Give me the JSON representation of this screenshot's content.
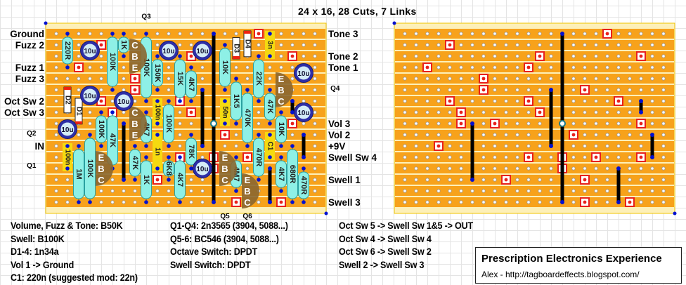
{
  "title": "24 x 16, 28 Cuts, 7 Links",
  "colors": {
    "strip": "#f7a21b",
    "board": "#fdf0b8",
    "cut_border": "#e8201c",
    "link": "#000000",
    "dot": "#0010d0",
    "resistor": "#8ef0e6",
    "film_cap": "#f5da10",
    "electrolytic": "#2e2fa8",
    "transistor": "#8a6630"
  },
  "left_labels": [
    {
      "text": "Ground",
      "row": 0
    },
    {
      "text": "Fuzz 2",
      "row": 1
    },
    {
      "text": "Fuzz 1",
      "row": 3
    },
    {
      "text": "Fuzz 3",
      "row": 4
    },
    {
      "text": "Oct Sw 2",
      "row": 6
    },
    {
      "text": "Oct Sw 3",
      "row": 7
    },
    {
      "text": "IN",
      "row": 10
    }
  ],
  "right_labels": [
    {
      "text": "Tone 3",
      "row": 0
    },
    {
      "text": "Tone 2",
      "row": 2
    },
    {
      "text": "Tone 1",
      "row": 3
    },
    {
      "text": "Vol 3",
      "row": 8
    },
    {
      "text": "Vol 2",
      "row": 9
    },
    {
      "text": "+9V",
      "row": 10
    },
    {
      "text": "Swell Sw 4",
      "row": 11
    },
    {
      "text": "Swell 1",
      "row": 13
    },
    {
      "text": "Swell 3",
      "row": 15
    }
  ],
  "transistor_labels": [
    {
      "text": "Q3",
      "col": 8,
      "row": -1.6
    },
    {
      "text": "Q2",
      "col": -2.2,
      "row": 8.8
    },
    {
      "text": "Q1",
      "col": -2.2,
      "row": 11.7
    },
    {
      "text": "Q4",
      "col": 24.8,
      "row": 4.8
    },
    {
      "text": "Q5",
      "col": 15,
      "row": 16.2
    },
    {
      "text": "Q6",
      "col": 17,
      "row": 16.2
    }
  ],
  "cuts": [
    [
      0,
      18
    ],
    [
      1,
      4
    ],
    [
      2,
      12
    ],
    [
      2,
      21
    ],
    [
      3,
      2
    ],
    [
      3,
      11
    ],
    [
      4,
      7
    ],
    [
      5,
      7
    ],
    [
      5,
      16
    ],
    [
      6,
      4
    ],
    [
      6,
      11
    ],
    [
      6,
      19
    ],
    [
      7,
      5
    ],
    [
      7,
      12
    ],
    [
      8,
      5
    ],
    [
      8,
      8
    ],
    [
      8,
      21
    ],
    [
      9,
      15
    ],
    [
      10,
      3
    ],
    [
      11,
      11
    ],
    [
      11,
      14
    ],
    [
      11,
      17
    ],
    [
      11,
      21
    ],
    [
      12,
      14
    ],
    [
      13,
      9
    ],
    [
      13,
      16
    ],
    [
      15,
      16
    ],
    [
      15,
      20
    ]
  ],
  "links": [
    {
      "col": 14,
      "from": 0,
      "to": 8
    },
    {
      "col": 14,
      "from": 8,
      "to": 15
    },
    {
      "col": 13,
      "from": 5,
      "to": 10
    },
    {
      "col": 6,
      "from": 8,
      "to": 13
    },
    {
      "col": 21,
      "from": 6,
      "to": 7
    },
    {
      "col": 22,
      "from": 9,
      "to": 11
    },
    {
      "col": 19,
      "from": 12,
      "to": 15
    }
  ],
  "resistors": [
    {
      "label": "220R",
      "col": 1,
      "from": 0,
      "to": 3
    },
    {
      "label": "100K",
      "col": 5,
      "from": 0,
      "to": 5
    },
    {
      "label": "1K",
      "col": 6,
      "from": 0,
      "to": 2
    },
    {
      "label": "100K",
      "col": 8,
      "from": 0,
      "to": 6
    },
    {
      "label": "150K",
      "col": 9,
      "from": 2,
      "to": 5
    },
    {
      "label": "15K",
      "col": 11,
      "from": 2,
      "to": 6
    },
    {
      "label": "4K7",
      "col": 12,
      "from": 3,
      "to": 6
    },
    {
      "label": "10K",
      "col": 15,
      "from": 1,
      "to": 5
    },
    {
      "label": "22K",
      "col": 18,
      "from": 2,
      "to": 6
    },
    {
      "label": "1K5",
      "col": 16,
      "from": 4,
      "to": 8
    },
    {
      "label": "470K",
      "col": 17,
      "from": 5,
      "to": 10
    },
    {
      "label": "47K",
      "col": 19,
      "from": 5,
      "to": 8
    },
    {
      "label": "10K",
      "col": 20,
      "from": 7,
      "to": 10
    },
    {
      "label": "100K",
      "col": 4,
      "from": 7,
      "to": 10
    },
    {
      "label": "47K",
      "col": 5,
      "from": 7,
      "to": 12
    },
    {
      "label": "4K7",
      "col": 8,
      "from": 7,
      "to": 10
    },
    {
      "label": "100K",
      "col": 10,
      "from": 6,
      "to": 10
    },
    {
      "label": "78K",
      "col": 12,
      "from": 9,
      "to": 12
    },
    {
      "label": "100K",
      "col": 3,
      "from": 9,
      "to": 15
    },
    {
      "label": "1M",
      "col": 2,
      "from": 10,
      "to": 15
    },
    {
      "label": "47K",
      "col": 7,
      "from": 10,
      "to": 13
    },
    {
      "label": "1K",
      "col": 8,
      "from": 11,
      "to": 15
    },
    {
      "label": "6K8",
      "col": 10,
      "from": 11,
      "to": 13
    },
    {
      "label": "4K7",
      "col": 11,
      "from": 11,
      "to": 15
    },
    {
      "label": "4M7",
      "col": 16,
      "from": 11,
      "to": 14
    },
    {
      "label": "470R",
      "col": 18,
      "from": 9,
      "to": 13
    },
    {
      "label": "4K7",
      "col": 20,
      "from": 11,
      "to": 14
    },
    {
      "label": "680R",
      "col": 21,
      "from": 10,
      "to": 15
    },
    {
      "label": "470R",
      "col": 22,
      "from": 12,
      "to": 15
    }
  ],
  "film_caps": [
    {
      "label": "3n",
      "col": 19,
      "from": 0,
      "to": 2
    },
    {
      "label": "100n",
      "col": 9,
      "from": 6,
      "to": 8
    },
    {
      "label": "50n",
      "col": 15,
      "from": 6,
      "to": 8
    },
    {
      "label": "1n",
      "col": 9,
      "from": 9,
      "to": 12
    },
    {
      "label": "100n",
      "col": 1,
      "from": 10,
      "to": 12
    },
    {
      "label": "C1",
      "col": 19,
      "from": 9,
      "to": 11
    }
  ],
  "electrolytics": [
    {
      "label": "10u",
      "col": 3,
      "row": 1.5
    },
    {
      "label": "10u",
      "col": 10,
      "row": 1.5
    },
    {
      "label": "10u",
      "col": 13,
      "row": 1.5
    },
    {
      "label": "10u",
      "col": 3,
      "row": 5.5
    },
    {
      "label": "10u",
      "col": 6,
      "row": 6
    },
    {
      "label": "10u",
      "col": 1,
      "row": 8.5
    },
    {
      "label": "10u",
      "col": 13,
      "row": 12
    },
    {
      "label": "10u",
      "col": 22,
      "row": 3.5
    },
    {
      "label": "10u",
      "col": 22,
      "row": 7
    }
  ],
  "transistors": [
    {
      "name": "Q3",
      "col": 7,
      "row": 1,
      "pins": [
        "C",
        "B",
        "E"
      ]
    },
    {
      "name": "Q2",
      "col": 7,
      "row": 7,
      "pins": [
        "C",
        "B",
        "E"
      ]
    },
    {
      "name": "Q1",
      "col": 4,
      "row": 11,
      "pins": [
        "E",
        "B",
        "C"
      ]
    },
    {
      "name": "Q4",
      "col": 20,
      "row": 4,
      "pins": [
        "E",
        "B",
        "C"
      ]
    },
    {
      "name": "Q5",
      "col": 15,
      "row": 11,
      "pins": [
        "E",
        "B",
        "C"
      ]
    },
    {
      "name": "Q6",
      "col": 17,
      "row": 13,
      "pins": [
        "E",
        "B",
        "C"
      ]
    }
  ],
  "diodes": [
    {
      "label": "D3",
      "col": 16,
      "from": 0.6,
      "to": 2,
      "band": "end"
    },
    {
      "label": "D4",
      "col": 17,
      "from": 0,
      "to": 1.8,
      "band": "start"
    },
    {
      "label": "D2",
      "col": 1,
      "from": 5,
      "to": 6.8,
      "band": "start"
    },
    {
      "label": "D1",
      "col": 2,
      "from": 6,
      "to": 7.8,
      "band": "end"
    }
  ],
  "junction": {
    "col": 14,
    "row": 8
  },
  "notes": {
    "col1": [
      "Volume, Fuzz & Tone: B50K",
      "Swell: B100K",
      "D1-4: 1n34a",
      "Vol 1 -> Ground",
      "C1: 220n (suggested mod: 22n)"
    ],
    "col2": [
      "Q1-Q4: 2n3565 (3904, 5088...)",
      "Q5-6: BC546 (3904, 5088...)",
      "Octave Switch: DPDT",
      "Swell Switch: DPDT"
    ],
    "col3": [
      "Oct Sw 5 -> Swell Sw 1&5 -> OUT",
      "Oct Sw 4 -> Swell Sw 4",
      "Oct Sw 6 -> Swell Sw 2",
      "Swell 2 -> Swell Sw 3"
    ]
  },
  "credit": {
    "heading": "Prescription Electronics Experience",
    "author": "Alex - http://tagboardeffects.blogspot.com/"
  }
}
